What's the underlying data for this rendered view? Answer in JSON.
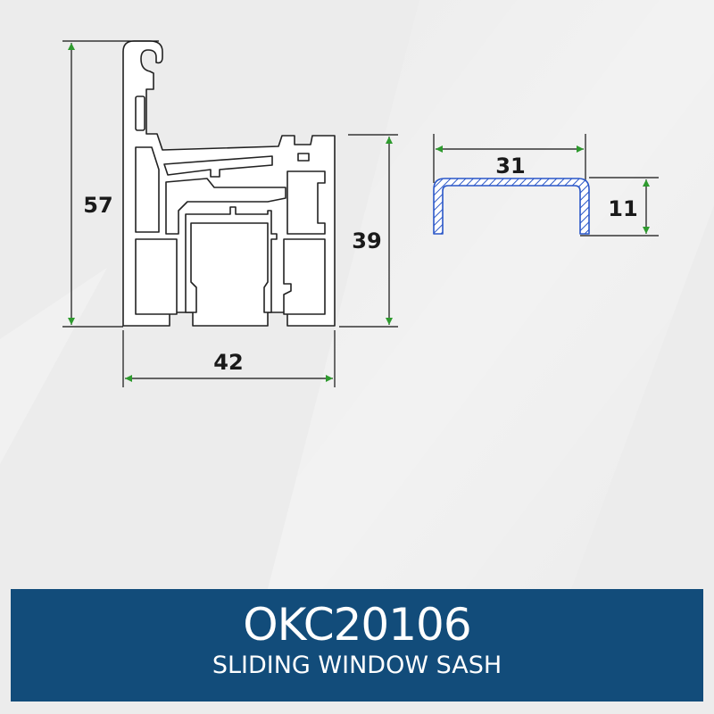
{
  "colors": {
    "background": "#ececec",
    "banner": "#124c7a",
    "banner_text": "#ffffff",
    "profile_outline": "#222222",
    "dimension_arrow": "#2e9a2e",
    "cover_cap": "#2a57c8"
  },
  "dimensions": {
    "height_total": "57",
    "height_sash": "39",
    "width_profile": "42",
    "cap_width": "31",
    "cap_height": "11"
  },
  "banner": {
    "code": "OKC20106",
    "name": "SLIDING WINDOW SASH"
  }
}
